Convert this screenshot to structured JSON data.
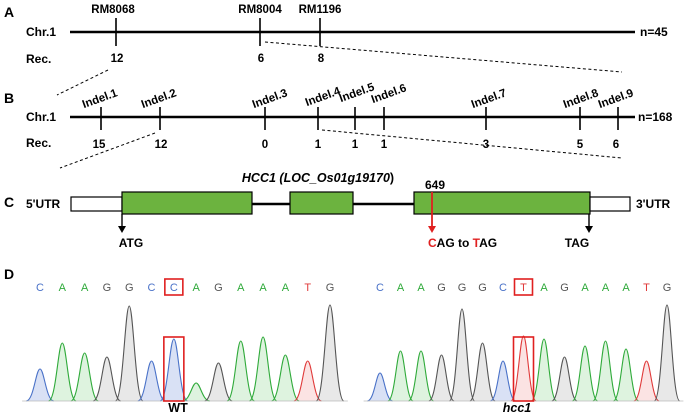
{
  "panels": {
    "a": "A",
    "b": "B",
    "c": "C",
    "d": "D"
  },
  "panel_a": {
    "chrom_label": "Chr.1",
    "rec_label": "Rec.",
    "n_label": "n=45",
    "markers": [
      {
        "name": "RM8068",
        "rec": "12"
      },
      {
        "name": "RM8004",
        "rec": "6"
      },
      {
        "name": "RM1196",
        "rec": "8"
      }
    ]
  },
  "panel_b": {
    "chrom_label": "Chr.1",
    "rec_label": "Rec.",
    "n_label": "n=168",
    "markers": [
      {
        "name": "Indel.1",
        "rec": "15"
      },
      {
        "name": "Indel.2",
        "rec": "12"
      },
      {
        "name": "Indel.3",
        "rec": "0"
      },
      {
        "name": "Indel.4",
        "rec": "1"
      },
      {
        "name": "Indel.5",
        "rec": "1"
      },
      {
        "name": "Indel.6",
        "rec": "1"
      },
      {
        "name": "Indel.7",
        "rec": "3"
      },
      {
        "name": "Indel.8",
        "rec": "5"
      },
      {
        "name": "Indel.9",
        "rec": "6"
      }
    ]
  },
  "panel_c": {
    "gene_name": "HCC1",
    "gene_locus": "LOC_Os01g19170",
    "utr5": "5'UTR",
    "utr3": "3'UTR",
    "atg": "ATG",
    "tag": "TAG",
    "position": "649",
    "mut_c1": "C",
    "mut_mid": "AG to ",
    "mut_t": "T",
    "mut_end": "AG",
    "colors": {
      "exon": "#6cb33f",
      "mutation": "#e02020"
    }
  },
  "panel_d": {
    "wt_label": "WT",
    "mut_label": "hcc1",
    "wt_bases": [
      "C",
      "A",
      "A",
      "G",
      "G",
      "C",
      "C",
      "A",
      "G",
      "A",
      "A",
      "A",
      "T",
      "G"
    ],
    "mut_bases": [
      "C",
      "A",
      "A",
      "G",
      "G",
      "G",
      "C",
      "T",
      "A",
      "G",
      "A",
      "A",
      "A",
      "T",
      "G"
    ],
    "base_colors": {
      "A": "#2faa3a",
      "C": "#4a72c8",
      "G": "#555555",
      "T": "#e03a3a"
    }
  }
}
